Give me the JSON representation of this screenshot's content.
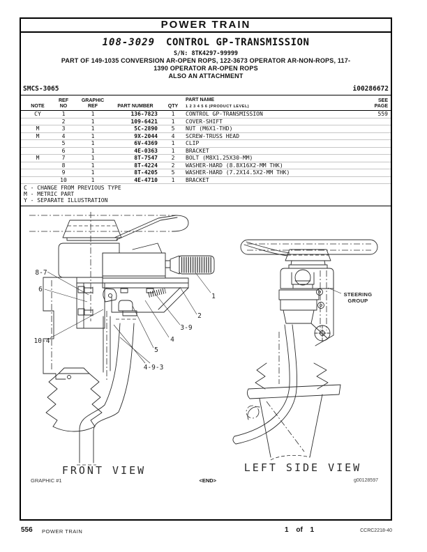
{
  "header": {
    "title": "POWER TRAIN"
  },
  "title_block": {
    "group_number": "108-3029",
    "group_name": "CONTROL GP-TRANSMISSION",
    "serial_range": "S/N: 8TK4297-99999",
    "part_of_line1": "PART OF 149-1035 CONVERSION AR-OPEN ROPS, 122-3673 OPERATOR AR-NON-ROPS, 117-",
    "part_of_line2": "1390 OPERATOR AR-OPEN ROPS",
    "attachment_note": "ALSO AN ATTACHMENT",
    "smcs_code": "SMCS-3065",
    "media_id": "i00286672"
  },
  "parts_table": {
    "headers": {
      "note": "NOTE",
      "ref_line1": "REF",
      "ref_line2": "NO",
      "graphic_line1": "GRAPHIC",
      "graphic_line2": "REF",
      "part_number": "PART NUMBER",
      "qty": "QTY",
      "part_name": "PART NAME",
      "part_name_sub": "1  2  3  4  5  6  (PRODUCT LEVEL)",
      "see_line1": "SEE",
      "see_line2": "PAGE"
    },
    "rows": [
      {
        "note": "CY",
        "ref_no": "1",
        "graphic_ref": "1",
        "part_number": "136-7823",
        "qty": "1",
        "part_name": "CONTROL GP-TRANSMISSION",
        "see_page": "559"
      },
      {
        "note": "",
        "ref_no": "2",
        "graphic_ref": "1",
        "part_number": "109-6421",
        "qty": "1",
        "part_name": "COVER-SHIFT",
        "see_page": ""
      },
      {
        "note": "M",
        "ref_no": "3",
        "graphic_ref": "1",
        "part_number": "5C-2890",
        "qty": "5",
        "part_name": "NUT (M6X1-THD)",
        "see_page": ""
      },
      {
        "note": "M",
        "ref_no": "4",
        "graphic_ref": "1",
        "part_number": "9X-2044",
        "qty": "4",
        "part_name": "SCREW-TRUSS HEAD",
        "see_page": ""
      },
      {
        "note": "",
        "ref_no": "5",
        "graphic_ref": "1",
        "part_number": "6V-4369",
        "qty": "1",
        "part_name": "CLIP",
        "see_page": ""
      },
      {
        "note": "",
        "ref_no": "6",
        "graphic_ref": "1",
        "part_number": "4E-0363",
        "qty": "1",
        "part_name": "BRACKET",
        "see_page": ""
      },
      {
        "note": "M",
        "ref_no": "7",
        "graphic_ref": "1",
        "part_number": "8T-7547",
        "qty": "2",
        "part_name": "BOLT (M8X1.25X30-MM)",
        "see_page": ""
      },
      {
        "note": "",
        "ref_no": "8",
        "graphic_ref": "1",
        "part_number": "8T-4224",
        "qty": "2",
        "part_name": "WASHER-HARD (8.8X16X2-MM THK)",
        "see_page": ""
      },
      {
        "note": "",
        "ref_no": "9",
        "graphic_ref": "1",
        "part_number": "8T-4205",
        "qty": "5",
        "part_name": "WASHER-HARD (7.2X14.5X2-MM THK)",
        "see_page": ""
      },
      {
        "note": "",
        "ref_no": "10",
        "graphic_ref": "1",
        "part_number": "4E-4710",
        "qty": "1",
        "part_name": "BRACKET",
        "see_page": ""
      }
    ],
    "legend": [
      "C - CHANGE FROM PREVIOUS TYPE",
      "M - METRIC PART",
      "Y - SEPARATE ILLUSTRATION"
    ]
  },
  "diagrams": {
    "front_view": {
      "caption": "FRONT VIEW",
      "callouts": {
        "c8_7": "8-7",
        "c6": "6",
        "c10_4": "10-4",
        "c1": "1",
        "c2": "2",
        "c3_9": "3-9",
        "c4": "4",
        "c5": "5",
        "c4_9_3": "4-9-3"
      }
    },
    "left_side_view": {
      "caption": "LEFT SIDE VIEW",
      "steering_group_line1": "STEERING",
      "steering_group_line2": "GROUP"
    },
    "graphic_label": "GRAPHIC #1",
    "end_marker": "<END>",
    "graphic_id": "g00128597"
  },
  "footer": {
    "page_number": "556",
    "section": "POWER TRAIN",
    "sheet": "1 of 1",
    "doc_code": "CCRC2218-40"
  }
}
